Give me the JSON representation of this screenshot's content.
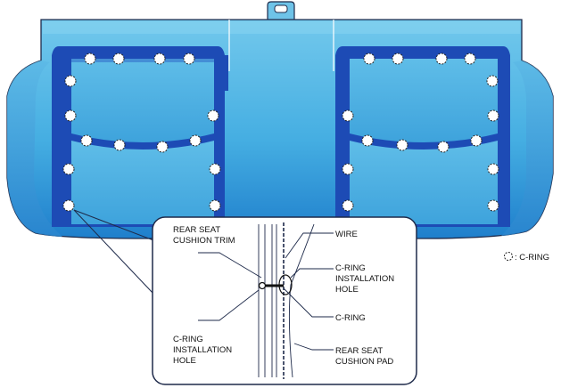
{
  "labels": {
    "rear_seat_cushion_trim": [
      "REAR SEAT",
      "CUSHION TRIM"
    ],
    "wire": "WIRE",
    "c_ring_installation_hole_right": [
      "C-RING",
      "INSTALLATION",
      "HOLE"
    ],
    "c_ring": "C-RING",
    "c_ring_installation_hole_left": [
      "C-RING",
      "INSTALLATION",
      "HOLE"
    ],
    "rear_seat_cushion_pad": [
      "REAR SEAT",
      "CUSHION PAD"
    ],
    "legend": ": C-RING"
  },
  "colors": {
    "cushion_light": "#6ec3e8",
    "cushion_mid": "#3aa6dd",
    "cushion_edge": "#1a73c2",
    "channel_dark": "#1d4bb5",
    "outline": "#1e2a4a"
  },
  "icons": {
    "c_ring_marker": "dashed-circle-icon"
  }
}
